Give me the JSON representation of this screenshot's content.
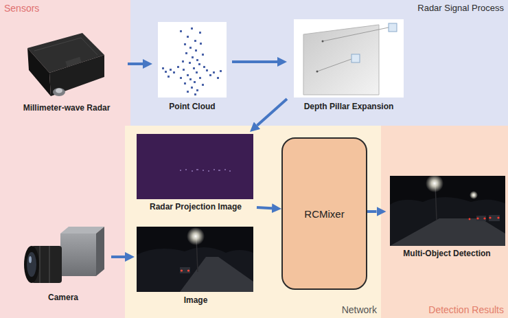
{
  "diagram": {
    "nodes": [
      {
        "text": [
          "Sensors"
        ]
      },
      {
        "text": [
          "Millimeter-wave Radar"
        ],
        "in": 0
      },
      {
        "text": [
          "Camera"
        ],
        "in": 0
      },
      {
        "text": [
          "Radar Signal Process"
        ]
      },
      {
        "text": [
          "Point Cloud"
        ],
        "in": 3
      },
      {
        "text": [
          "Depth Pillar Expansion"
        ],
        "in": 3
      },
      {
        "text": [
          "Network"
        ]
      },
      {
        "text": [
          "Radar Projection Image"
        ],
        "in": 6
      },
      {
        "text": [
          "Image"
        ],
        "in": 6
      },
      {
        "text": [
          "RCMixer"
        ],
        "in": 6
      },
      {
        "text": [
          "Detection Results"
        ]
      },
      {
        "text": [
          "Multi-Object Detection"
        ],
        "in": 10
      }
    ],
    "edges": [
      {
        "from": 1,
        "to": 4,
        "arrow": "to"
      },
      {
        "from": 4,
        "to": 5,
        "arrow": "to"
      },
      {
        "from": 5,
        "to": 7,
        "arrow": "to"
      },
      {
        "from": 2,
        "to": 8,
        "arrow": "to"
      },
      {
        "from": 7,
        "to": 9,
        "arrow": "to"
      },
      {
        "from": 9,
        "to": 11,
        "arrow": "to"
      }
    ]
  }
}
